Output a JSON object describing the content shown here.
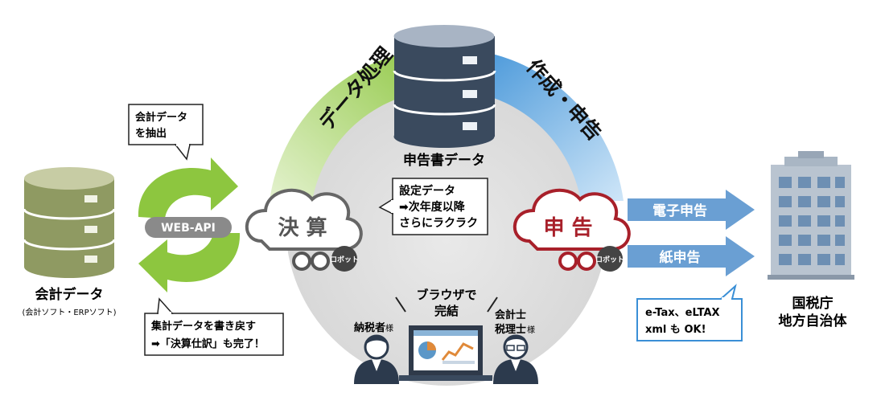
{
  "left": {
    "db_caption": "会計データ",
    "db_subcaption": "(会計ソフト・ERPソフト)",
    "extract_bubble": [
      "会計データ",
      "を抽出"
    ],
    "api_label": "WEB-API",
    "writeback_bubble": [
      "集計データを書き戻す",
      "➡「決算仕訳」も完了！"
    ]
  },
  "arc": {
    "left_label": "データ処理",
    "right_label": "作成・申告"
  },
  "center": {
    "db_caption": "申告書データ",
    "settings_bubble": [
      "設定データ",
      "➡次年度以降",
      "さらにラクラク"
    ],
    "robot_left": "決 算",
    "robot_right": "申 告",
    "robot_badge": "ロボット",
    "browser_text": [
      "ブラウザで",
      "完結"
    ],
    "taxpayer": "納税者",
    "taxpayer_suffix": "様",
    "accountant": [
      "会計士",
      "税理士"
    ],
    "accountant_suffix": "様"
  },
  "right": {
    "arrow_electronic": "電子申告",
    "arrow_paper": "紙申告",
    "etax_bubble": [
      "e-Tax、eLTAX",
      "xml も OK!"
    ],
    "building_caption": [
      "国税庁",
      "地方自治体"
    ]
  },
  "colors": {
    "green": "#8dc63f",
    "blue": "#3a8fd6",
    "db_olive": "#8f9a62",
    "db_navy": "#3a4a5e",
    "robot_red": "#a8202a"
  }
}
